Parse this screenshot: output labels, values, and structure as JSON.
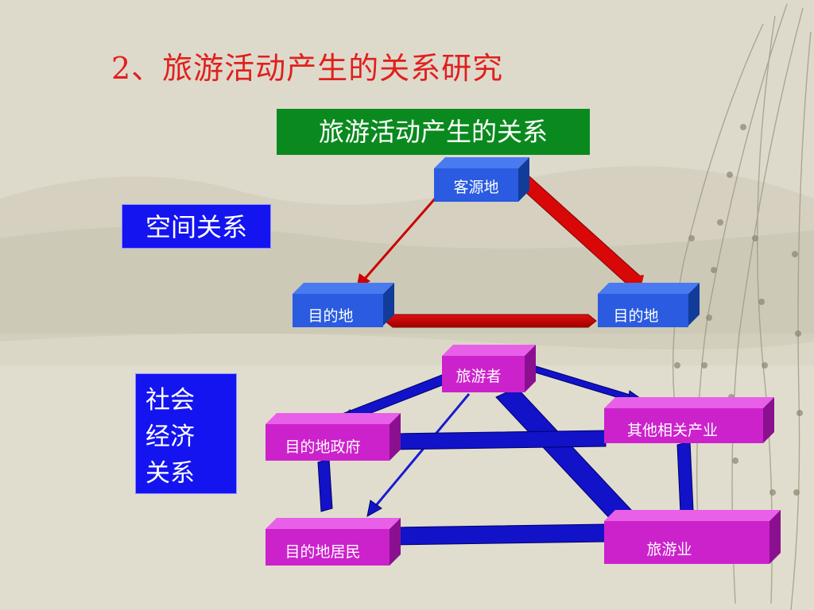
{
  "slide": {
    "title": "2、旅游活动产生的关系研究",
    "green_label": "旅游活动产生的关系",
    "spatial_label": "空间关系",
    "socio_label_lines": [
      "社会",
      "经济",
      "关系"
    ]
  },
  "spatial_nodes": {
    "source": "客源地",
    "destination_left": "目的地",
    "destination_right": "目的地"
  },
  "socio_nodes": {
    "tourist": "旅游者",
    "government": "目的地政府",
    "other_industries": "其他相关产业",
    "residents": "目的地居民",
    "tourism_industry": "旅游业"
  },
  "colors": {
    "title_red": "#e0201e",
    "green_box": "#0a8a1e",
    "label_blue": "#1414f0",
    "spatial_node": "#2a5be0",
    "socio_node": "#cc22cc",
    "spatial_arrow": "#d00000",
    "socio_arrow": "#1010c8"
  }
}
